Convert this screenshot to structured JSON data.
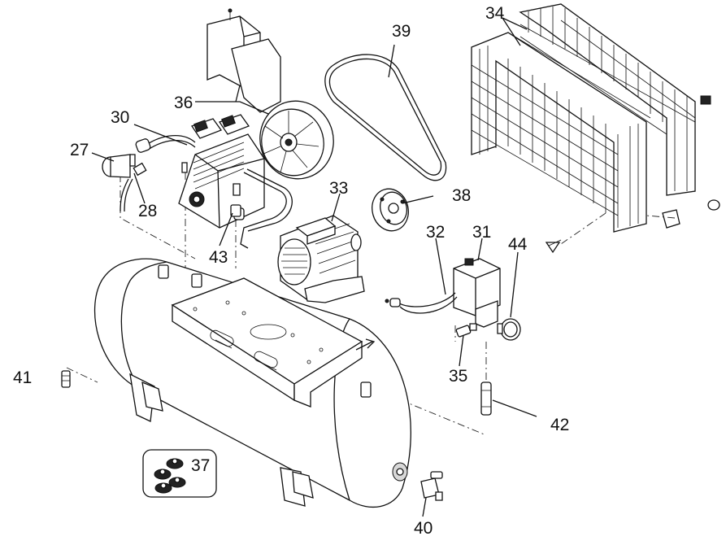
{
  "part_labels": [
    "27",
    "28",
    "30",
    "31",
    "32",
    "33",
    "34",
    "35",
    "36",
    "37",
    "38",
    "39",
    "40",
    "41",
    "42",
    "43",
    "44"
  ]
}
